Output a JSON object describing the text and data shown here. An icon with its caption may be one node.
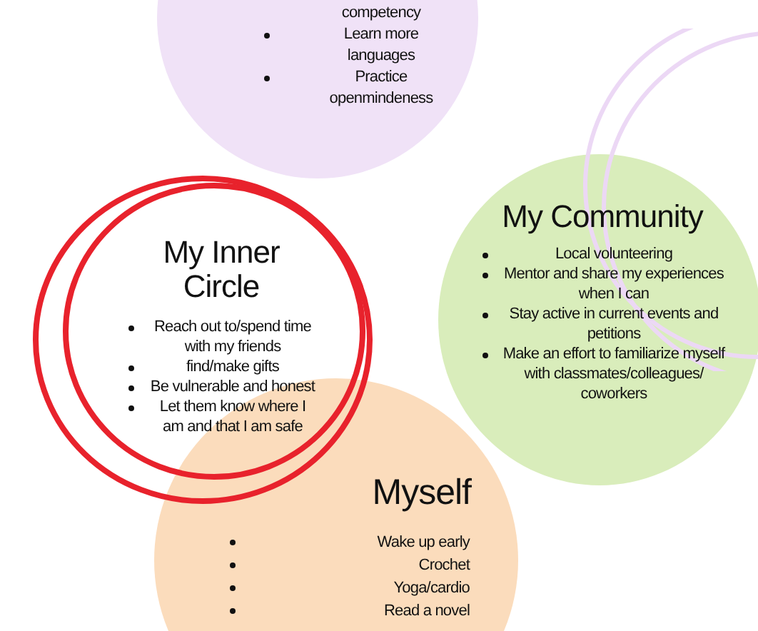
{
  "diagram": {
    "nodes": [
      {
        "text": [
          "competency",
          "Learn more languages",
          "Practice openmindeness"
        ]
      },
      {
        "text": [
          "My Inner Circle",
          "Reach out to/spend time with my friends",
          "find/make gifts",
          "Be vulnerable and honest",
          "Let them know where I am and that I am safe"
        ]
      },
      {
        "text": [
          "My Community",
          "Local volunteering",
          "Mentor and share my experiences when I can",
          "Stay active in current events and petitions",
          "Make an effort to familiarize myself with classmates/colleagues/ coworkers"
        ]
      },
      {
        "text": [
          "Myself",
          "Wake up early",
          "Crochet",
          "Yoga/cardio",
          "Read a novel"
        ]
      }
    ]
  }
}
